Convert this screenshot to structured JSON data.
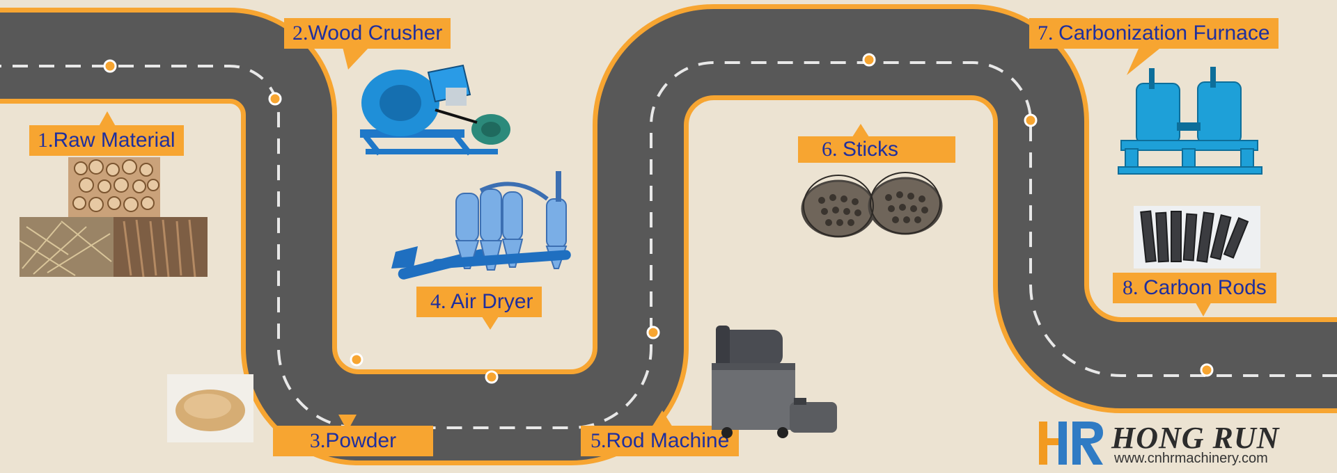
{
  "steps": [
    {
      "number": "1.",
      "name": "Raw Material"
    },
    {
      "number": "2.",
      "name": "Wood Crusher"
    },
    {
      "number": "3.",
      "name": "Powder"
    },
    {
      "number": "4.",
      "name": " Air Dryer"
    },
    {
      "number": "5.",
      "name": "Rod Machine"
    },
    {
      "number": "6. ",
      "name": "Sticks"
    },
    {
      "number": "7. ",
      "name": "Carbonization Furnace"
    },
    {
      "number": "8. ",
      "name": "Carbon Rods"
    }
  ],
  "brand": {
    "name": "HONG RUN",
    "url": "www.cnhrmachinery.com",
    "logo_text": "HR"
  },
  "colors": {
    "background": "#ece3d2",
    "road": "#585858",
    "road_edge": "#f7a531",
    "label_bg": "#f7a531",
    "label_text": "#1f2f9e",
    "machine_blue": "#1f8fd8"
  }
}
